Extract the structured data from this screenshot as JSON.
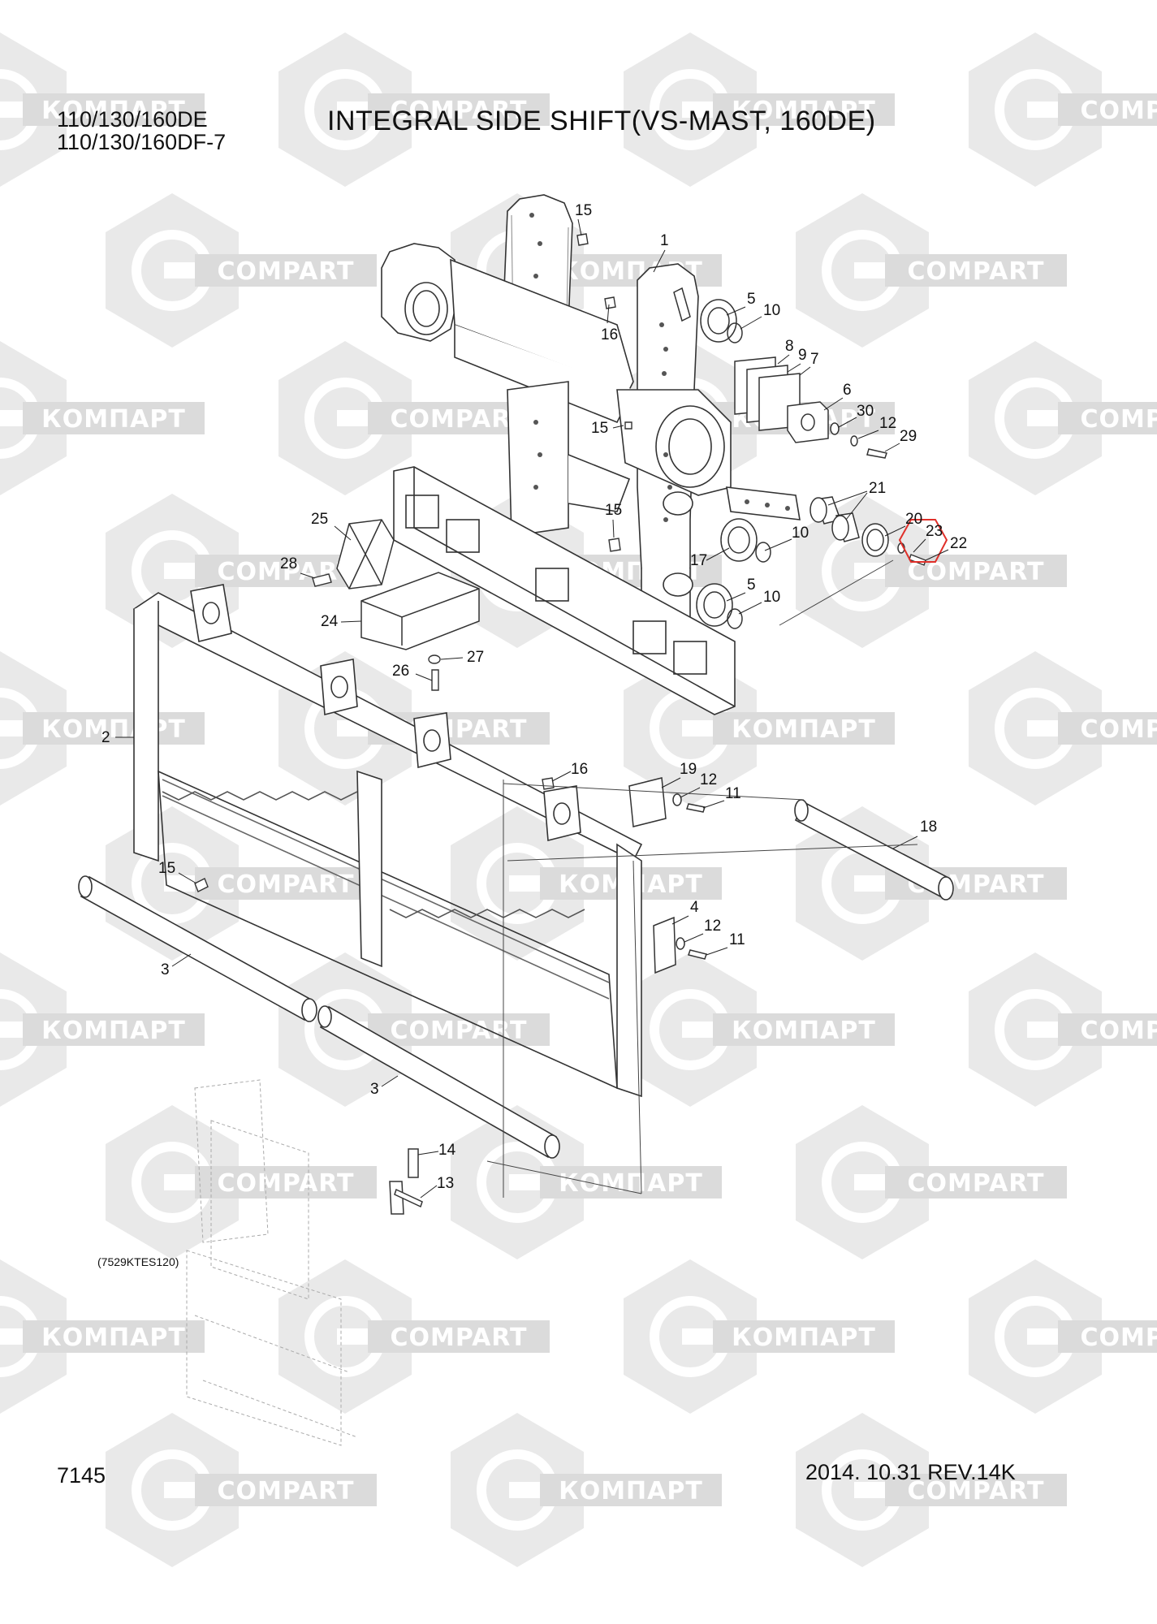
{
  "header": {
    "models_line1": "110/130/160DE",
    "models_line2": "110/130/160DF-7",
    "title": "INTEGRAL SIDE SHIFT(VS-MAST, 160DE)"
  },
  "footer": {
    "page_number": "7145",
    "date_revision": "2014. 10.31  REV.14K"
  },
  "reference_code": "(7529KTES120)",
  "watermark": {
    "text_latin": "COMPART",
    "text_cyrillic": "КОМПАРТ",
    "color": "#d0d0d0"
  },
  "highlight": {
    "part": "23",
    "color": "#e0302a"
  },
  "callouts": [
    {
      "id": "c15a",
      "label": "15"
    },
    {
      "id": "c1",
      "label": "1"
    },
    {
      "id": "c5a",
      "label": "5"
    },
    {
      "id": "c10a",
      "label": "10"
    },
    {
      "id": "c16a",
      "label": "16"
    },
    {
      "id": "c8",
      "label": "8"
    },
    {
      "id": "c9",
      "label": "9"
    },
    {
      "id": "c7",
      "label": "7"
    },
    {
      "id": "c6",
      "label": "6"
    },
    {
      "id": "c30",
      "label": "30"
    },
    {
      "id": "c12a",
      "label": "12"
    },
    {
      "id": "c29",
      "label": "29"
    },
    {
      "id": "c15b",
      "label": "15"
    },
    {
      "id": "c21",
      "label": "21"
    },
    {
      "id": "c25",
      "label": "25"
    },
    {
      "id": "c15c",
      "label": "15"
    },
    {
      "id": "c20",
      "label": "20"
    },
    {
      "id": "c23",
      "label": "23"
    },
    {
      "id": "c10b",
      "label": "10"
    },
    {
      "id": "c22",
      "label": "22"
    },
    {
      "id": "c28",
      "label": "28"
    },
    {
      "id": "c17",
      "label": "17"
    },
    {
      "id": "c5b",
      "label": "5"
    },
    {
      "id": "c10c",
      "label": "10"
    },
    {
      "id": "c24",
      "label": "24"
    },
    {
      "id": "c27",
      "label": "27"
    },
    {
      "id": "c26",
      "label": "26"
    },
    {
      "id": "c2",
      "label": "2"
    },
    {
      "id": "c16b",
      "label": "16"
    },
    {
      "id": "c19",
      "label": "19"
    },
    {
      "id": "c12b",
      "label": "12"
    },
    {
      "id": "c11a",
      "label": "11"
    },
    {
      "id": "c18",
      "label": "18"
    },
    {
      "id": "c15d",
      "label": "15"
    },
    {
      "id": "c4",
      "label": "4"
    },
    {
      "id": "c12c",
      "label": "12"
    },
    {
      "id": "c11b",
      "label": "11"
    },
    {
      "id": "c3a",
      "label": "3"
    },
    {
      "id": "c3b",
      "label": "3"
    },
    {
      "id": "c14",
      "label": "14"
    },
    {
      "id": "c13",
      "label": "13"
    }
  ]
}
